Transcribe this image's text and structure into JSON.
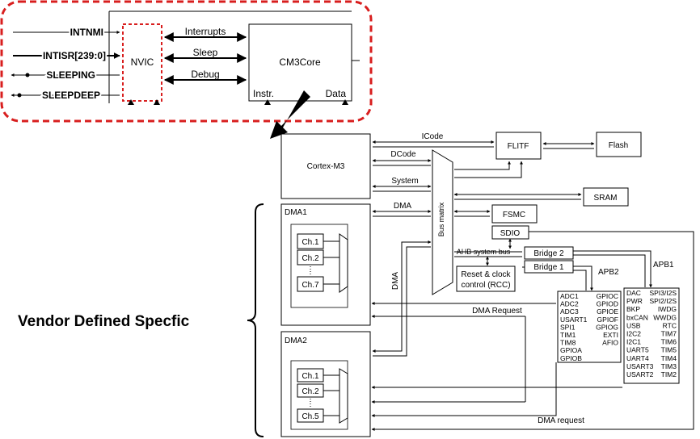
{
  "top_block": {
    "signals": [
      "INTNMI",
      "INTISR[239:0]",
      "SLEEPING",
      "SLEEPDEEP"
    ],
    "nvic": "NVIC",
    "core": "CM3Core",
    "core_ports": [
      "Instr.",
      "Data"
    ],
    "buses": [
      "Interrupts",
      "Sleep",
      "Debug"
    ]
  },
  "vendor_label": "Vendor Defined Specfic",
  "stm32": {
    "cortex": "Cortex-M3",
    "dma1": "DMA1",
    "dma2": "DMA2",
    "dma1_channels": [
      "Ch.1",
      "Ch.2",
      "Ch.7"
    ],
    "dma2_channels": [
      "Ch.1",
      "Ch.2",
      "Ch.5"
    ],
    "bus_labels": {
      "icode": "ICode",
      "dcode": "DCode",
      "system": "System",
      "dma_h": "DMA",
      "dma_v": "DMA",
      "bus_matrix": "Bus matrix",
      "ahb": "AHB system bus",
      "apb2": "APB2",
      "apb1": "APB1",
      "dma_request_1": "DMA Request",
      "dma_request_2": "DMA request"
    },
    "flitf": "FLITF",
    "flash": "Flash",
    "sram": "SRAM",
    "fsmc": "FSMC",
    "sdio": "SDIO",
    "bridge2": "Bridge 2",
    "bridge1": "Bridge 1",
    "rcc": [
      "Reset & clock",
      "control (RCC)"
    ],
    "apb2_left": [
      "ADC1",
      "ADC2",
      "ADC3",
      "USART1",
      "SPI1",
      "TIM1",
      "TIM8",
      "GPIOA",
      "GPIOB"
    ],
    "apb2_right": [
      "GPIOC",
      "GPIOD",
      "GPIOE",
      "GPIOF",
      "GPIOG",
      "EXTI",
      "AFIO"
    ],
    "apb1_left": [
      "DAC",
      "PWR",
      "BKP",
      "bxCAN",
      "USB",
      "I2C2",
      "I2C1",
      "UART5",
      "UART4",
      "USART3",
      "USART2"
    ],
    "apb1_right": [
      "SPI3/I2S",
      "SPI2/I2S",
      "IWDG",
      "WWDG",
      "RTC",
      "TIM7",
      "TIM6",
      "TIM5",
      "TIM4",
      "TIM3",
      "TIM2"
    ]
  },
  "colors": {
    "highlight": "#d81e1e",
    "line": "#000000"
  }
}
